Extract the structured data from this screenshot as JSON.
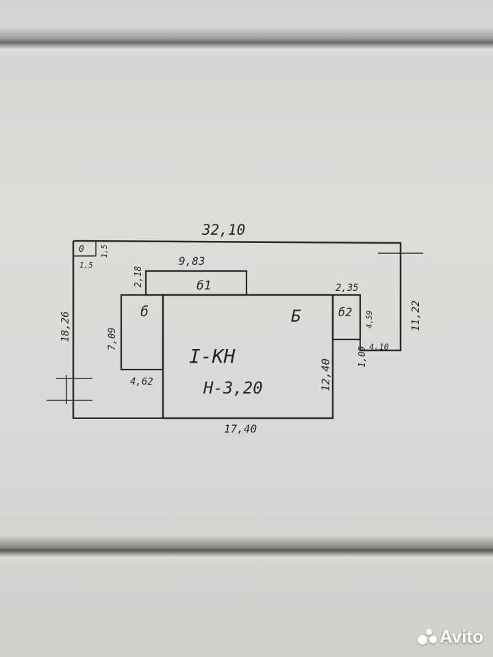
{
  "plan": {
    "overall_width": "32,10",
    "overall_height": "18,26",
    "right_height": "11,22",
    "corner_a": "1,5",
    "corner_b": "1,5",
    "corner_label": "0",
    "top_annex_height": "2,18",
    "top_annex_width": "9,83",
    "top_annex_label": "б1",
    "left_annex_height": "7,09",
    "left_annex_width": "4,62",
    "left_annex_label": "б",
    "main_label": "Б",
    "main_height": "12,40",
    "main_width": "17,40",
    "right_annex_width": "2,35",
    "right_annex_height": "4,59",
    "right_annex_label": "б2",
    "right_offset": "1,09",
    "right_step": "4,10",
    "building_code": "I-КН",
    "height_note": "Н-3,20"
  },
  "watermark": {
    "text": "Avito"
  }
}
